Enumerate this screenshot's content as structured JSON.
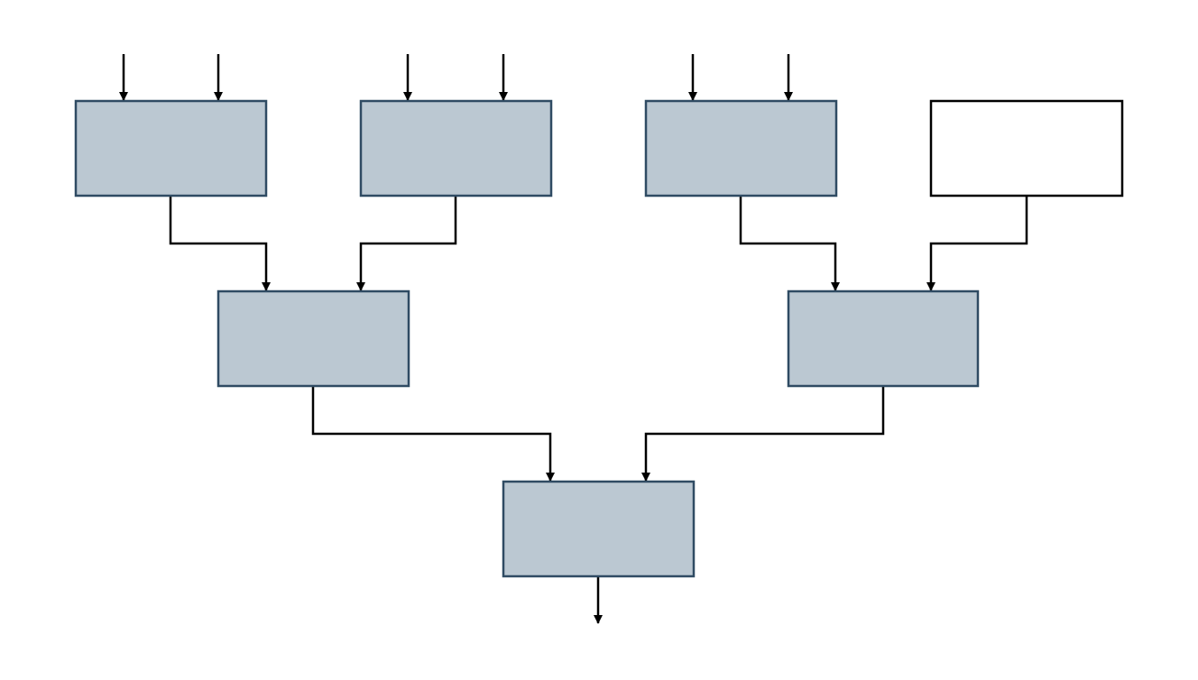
{
  "diagram": {
    "type": "reduction-tree",
    "colors": {
      "node_fill": "#bbc8d2",
      "node_fill_empty": "#ffffff",
      "node_stroke": "#2f4b63",
      "empty_node_stroke": "#000000",
      "connector": "#000000"
    },
    "nodes": [
      {
        "id": "leaf-1",
        "level": 1,
        "filled": true
      },
      {
        "id": "leaf-2",
        "level": 1,
        "filled": true
      },
      {
        "id": "leaf-3",
        "level": 1,
        "filled": true
      },
      {
        "id": "leaf-4",
        "level": 1,
        "filled": false
      },
      {
        "id": "mid-1",
        "level": 2,
        "filled": true
      },
      {
        "id": "mid-2",
        "level": 2,
        "filled": true
      },
      {
        "id": "root",
        "level": 3,
        "filled": true
      }
    ],
    "edges": [
      {
        "from": "input",
        "to": "leaf-1"
      },
      {
        "from": "input",
        "to": "leaf-1"
      },
      {
        "from": "input",
        "to": "leaf-2"
      },
      {
        "from": "input",
        "to": "leaf-2"
      },
      {
        "from": "input",
        "to": "leaf-3"
      },
      {
        "from": "input",
        "to": "leaf-3"
      },
      {
        "from": "leaf-1",
        "to": "mid-1"
      },
      {
        "from": "leaf-2",
        "to": "mid-1"
      },
      {
        "from": "leaf-3",
        "to": "mid-2"
      },
      {
        "from": "leaf-4",
        "to": "mid-2"
      },
      {
        "from": "mid-1",
        "to": "root"
      },
      {
        "from": "mid-2",
        "to": "root"
      },
      {
        "from": "root",
        "to": "output"
      }
    ]
  }
}
